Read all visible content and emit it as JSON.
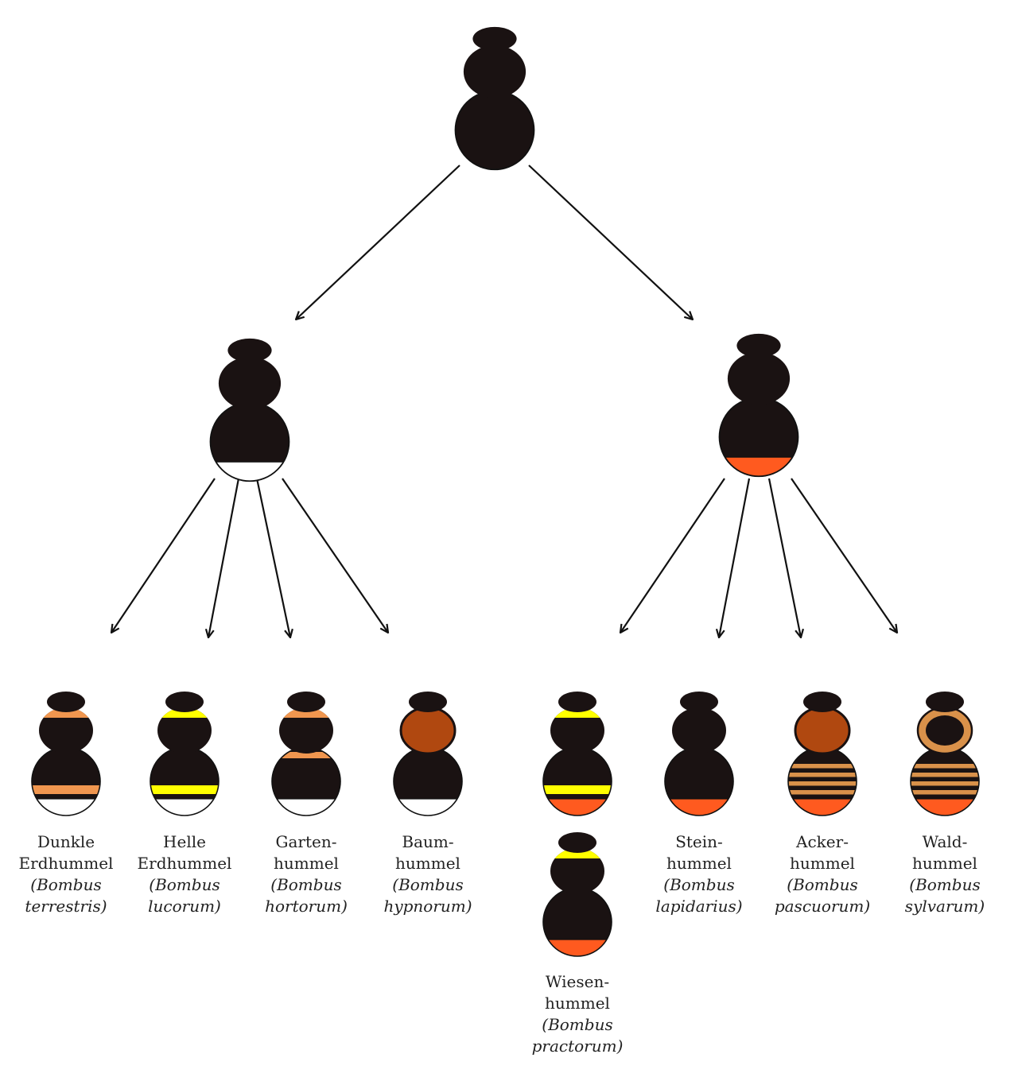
{
  "colors": {
    "body": "#1a1212",
    "white": "#ffffff",
    "orange": "#ff5a1f",
    "yellow": "#ffff00",
    "light_orange": "#f0964f",
    "brown": "#b04810",
    "tan": "#d9914a",
    "outline": "#111111",
    "arrow": "#111111"
  },
  "ancestor": {
    "tail": "black"
  },
  "groups": [
    {
      "id": "white-tailed",
      "tail": "white"
    },
    {
      "id": "red-tailed",
      "tail": "orange"
    }
  ],
  "species": [
    {
      "id": "dunkle-erdhummel",
      "group": "white-tailed",
      "collar": "light_orange",
      "thorax": "black",
      "band": "light_orange",
      "tail": "white",
      "label": [
        "Dunkle",
        "Erdhummel"
      ],
      "scientific": [
        "(Bombus",
        "terrestris)"
      ]
    },
    {
      "id": "helle-erdhummel",
      "group": "white-tailed",
      "collar": "yellow",
      "thorax": "black",
      "band": "yellow",
      "tail": "white",
      "label": [
        "Helle",
        "Erdhummel"
      ],
      "scientific": [
        "(Bombus",
        "lucorum)"
      ]
    },
    {
      "id": "gartenhummel",
      "group": "white-tailed",
      "collar": "light_orange",
      "thorax": "black",
      "waist": "light_orange",
      "tail": "white",
      "label": [
        "Garten-",
        "hummel"
      ],
      "scientific": [
        "(Bombus",
        "hortorum)"
      ]
    },
    {
      "id": "baumhummel",
      "group": "white-tailed",
      "thorax": "brown",
      "tail": "white",
      "label": [
        "Baum-",
        "hummel"
      ],
      "scientific": [
        "(Bombus",
        "hypnorum)"
      ]
    },
    {
      "id": "wiesenhummel-a",
      "group": "red-tailed",
      "collar": "yellow",
      "thorax": "black",
      "band": "yellow",
      "tail": "orange",
      "label": [],
      "scientific": []
    },
    {
      "id": "steinhummel",
      "group": "red-tailed",
      "thorax": "black",
      "tail": "orange",
      "label": [
        "Stein-",
        "hummel"
      ],
      "scientific": [
        "(Bombus",
        "lapidarius)"
      ]
    },
    {
      "id": "ackerhummel",
      "group": "red-tailed",
      "thorax": "brown",
      "stripes": "tan",
      "tail": "orange",
      "label": [
        "Acker-",
        "hummel"
      ],
      "scientific": [
        "(Bombus",
        "pascuorum)"
      ]
    },
    {
      "id": "waldhummel",
      "group": "red-tailed",
      "thorax": "ring",
      "stripes": "tan",
      "tail": "orange",
      "label": [
        "Wald-",
        "hummel"
      ],
      "scientific": [
        "(Bombus",
        "sylvarum)"
      ]
    },
    {
      "id": "wiesenhummel-b",
      "group": "red-tailed",
      "collar": "yellow",
      "thorax": "black",
      "tail": "orange",
      "label": [
        "Wiesen-",
        "hummel"
      ],
      "scientific": [
        "(Bombus",
        "practorum)"
      ]
    }
  ]
}
